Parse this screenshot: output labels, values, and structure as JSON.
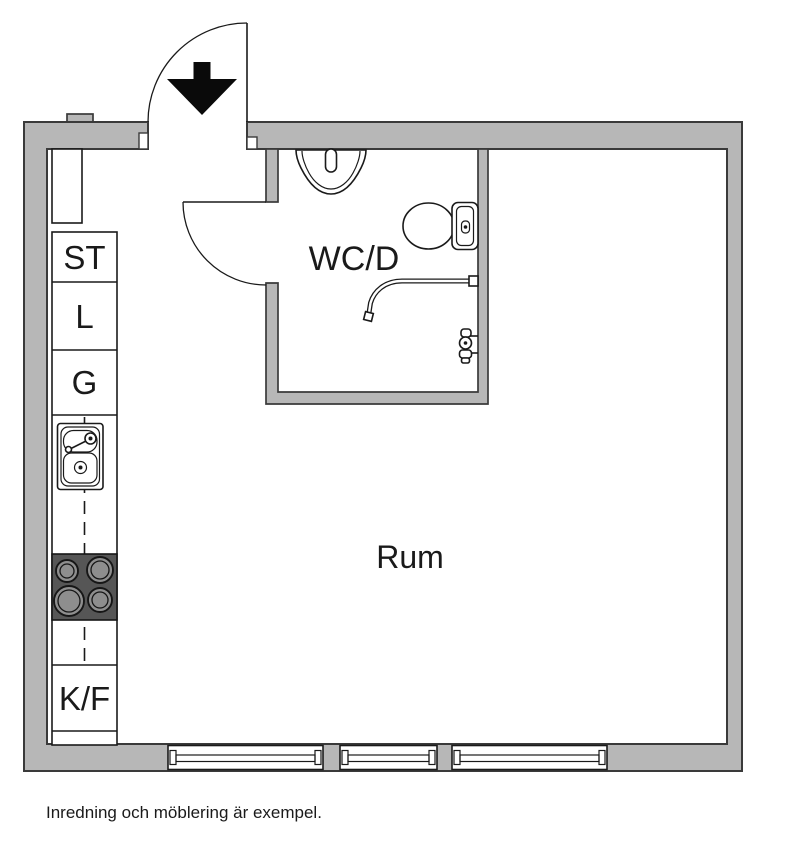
{
  "colors": {
    "background": "#ffffff",
    "wall_fill": "#b7b7b7",
    "wall_stroke": "#3a3a3a",
    "line_color": "#1a1a1a",
    "stove_fill": "#565656",
    "burner_fill": "#8e8e8e",
    "arrow_fill": "#0a0a0a",
    "text_color": "#1a1a1a"
  },
  "plan": {
    "rooms": {
      "bathroom": {
        "label": "WC/D"
      },
      "main_room": {
        "label": "Rum"
      }
    },
    "kitchen_units": [
      {
        "id": "st",
        "label": "ST"
      },
      {
        "id": "l",
        "label": "L"
      },
      {
        "id": "g",
        "label": "G"
      },
      {
        "id": "kf",
        "label": "K/F"
      }
    ],
    "fixtures": [
      "entrance-door-swing-icon",
      "entrance-direction-arrow-icon",
      "bathroom-door-swing-icon",
      "washbasin-icon",
      "toilet-icon",
      "shower-rail-icon",
      "shower-mixer-icon",
      "kitchen-sink-icon",
      "stove-4-burners-icon",
      "window-icon",
      "window-icon",
      "window-icon"
    ]
  },
  "caption": {
    "text": "Inredning och möblering är exempel."
  }
}
